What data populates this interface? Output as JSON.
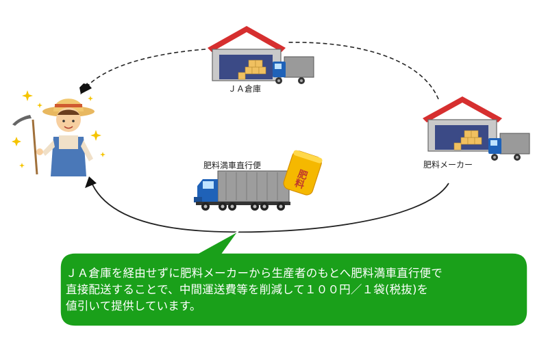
{
  "labels": {
    "ja_warehouse": "ＪＡ倉庫",
    "fertilizer_maker": "肥料メーカー",
    "direct_truck": "肥料満車直行便",
    "fertilizer_bag_text": "肥料"
  },
  "callout": {
    "line1": "ＪＡ倉庫を経由せずに肥料メーカーから生産者のもとへ肥料満車直行便で",
    "line2": "直接配送することで、中間運送費等を削減して１００円／１袋(税抜)を",
    "line3": "値引いて提供しています。"
  },
  "colors": {
    "callout_fill": "#1aa01a",
    "roof_red": "#d62f2f",
    "truck_blue": "#1f62b8",
    "bag_yellow": "#f5b800"
  }
}
